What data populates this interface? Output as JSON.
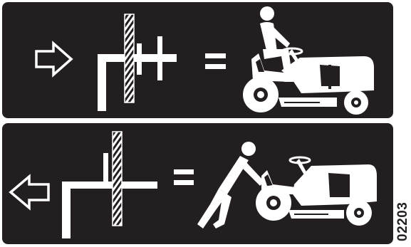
{
  "decal": {
    "part_code": "02203",
    "colors": {
      "background": "#231f20",
      "foreground": "#ffffff",
      "page": "#ffffff"
    },
    "panels": [
      {
        "name": "engaged",
        "arrow": "arrow-right-icon",
        "operator": "=",
        "scene": "operator-seated-on-mower-icon"
      },
      {
        "name": "freewheel",
        "arrow": "arrow-left-icon",
        "operator": "=",
        "scene": "operator-pushing-mower-icon"
      }
    ]
  }
}
